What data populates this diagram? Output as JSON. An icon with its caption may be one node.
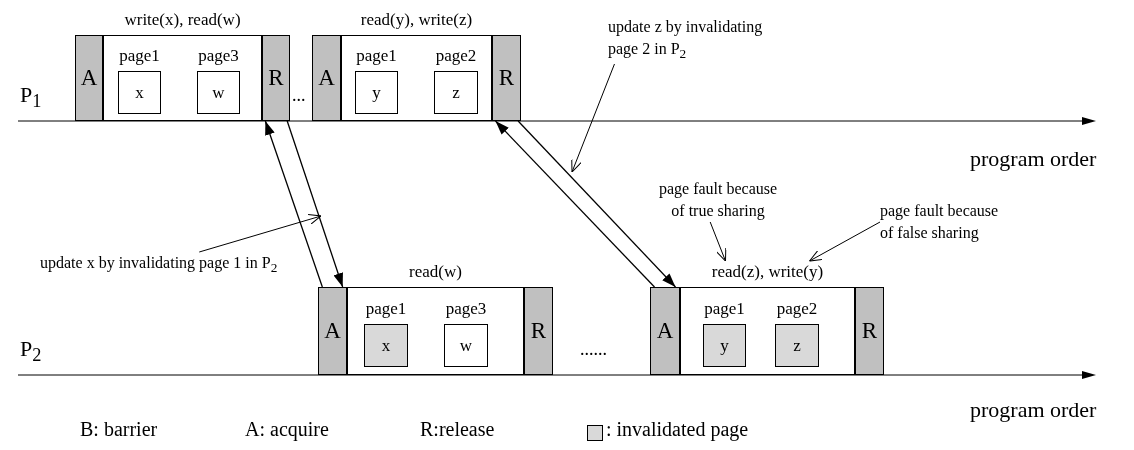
{
  "diagram": {
    "nodes": [
      {
        "text": [
          "A"
        ]
      },
      {
        "text": [
          "write(x), read(w)"
        ]
      },
      {
        "text": [
          "page1",
          "x"
        ],
        "in": 1
      },
      {
        "text": [
          "page3",
          "w"
        ],
        "in": 1
      },
      {
        "text": [
          "R"
        ]
      },
      {
        "text": [
          "A"
        ]
      },
      {
        "text": [
          "read(y), write(z)"
        ]
      },
      {
        "text": [
          "page1",
          "y"
        ],
        "in": 6
      },
      {
        "text": [
          "page2",
          "z"
        ],
        "in": 6
      },
      {
        "text": [
          "R"
        ]
      },
      {
        "text": [
          "A"
        ]
      },
      {
        "text": [
          "read(w)"
        ]
      },
      {
        "text": [
          "page1",
          "x"
        ],
        "in": 11
      },
      {
        "text": [
          "page3",
          "w"
        ],
        "in": 11
      },
      {
        "text": [
          "R"
        ]
      },
      {
        "text": [
          "A"
        ]
      },
      {
        "text": [
          "read(z), write(y)"
        ]
      },
      {
        "text": [
          "page1",
          "y"
        ],
        "in": 16
      },
      {
        "text": [
          "page2",
          "z"
        ],
        "in": 16
      },
      {
        "text": [
          "R"
        ]
      },
      {
        "text": [
          "update x by invalidating page 1 in P$_{2}$"
        ]
      },
      {
        "text": [
          "update z by invalidating page 2 in P$_{2}$"
        ]
      },
      {
        "text": [
          "page fault because of true sharing"
        ]
      },
      {
        "text": [
          "page fault because of false sharing"
        ]
      }
    ],
    "edges": [
      {
        "from": 4,
        "to": 10,
        "arrow": "to"
      },
      {
        "from": 10,
        "to": 4,
        "arrow": "to"
      },
      {
        "from": 9,
        "to": 15,
        "arrow": "to"
      },
      {
        "from": 15,
        "to": 9,
        "arrow": "to"
      },
      {
        "from": 20,
        "to": null,
        "arrow": "to"
      },
      {
        "from": 21,
        "to": null,
        "arrow": "to"
      },
      {
        "from": 22,
        "to": 16,
        "arrow": "to"
      },
      {
        "from": 23,
        "to": 16,
        "arrow": "to"
      }
    ],
    "labels": [
      "P$_{1}$",
      "...",
      "program order",
      "P$_{2}$",
      "......",
      "program order",
      "B: barrier",
      "A: acquire",
      "R:release"
    ],
    "legend": [
      {
        "text": ": invalidated page",
        "color": "#d9d9d9"
      }
    ]
  }
}
